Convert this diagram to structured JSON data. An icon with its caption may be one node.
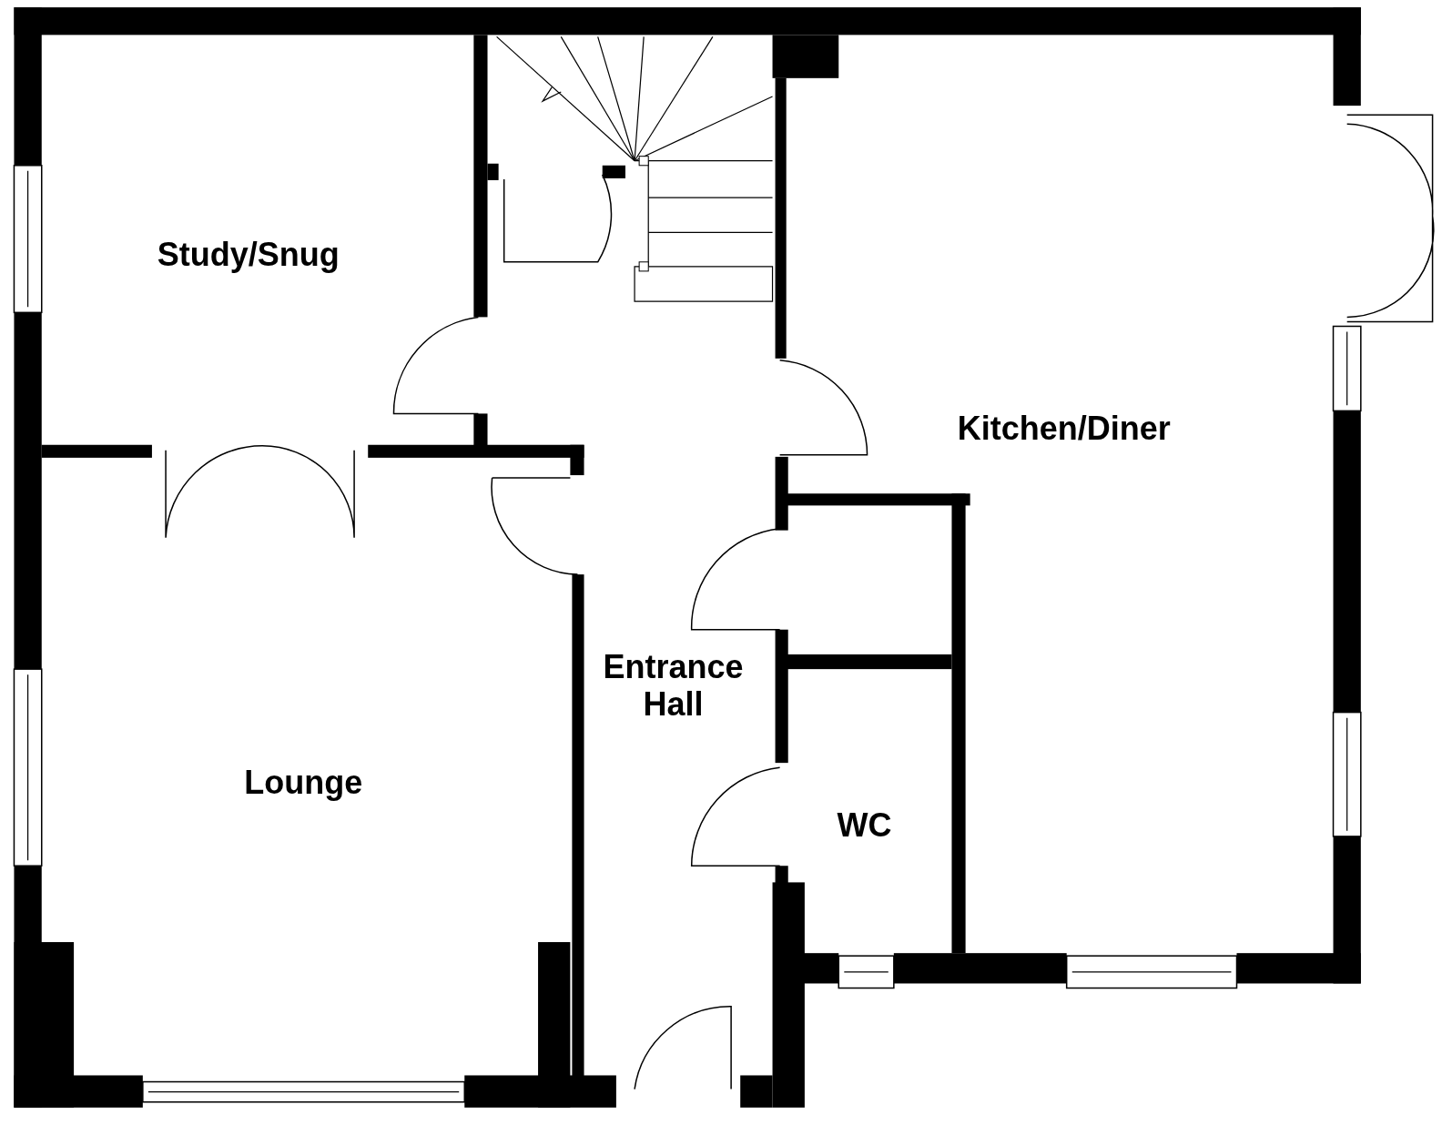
{
  "diagram": {
    "nodes": [
      {
        "text": [
          "Study/Snug"
        ]
      },
      {
        "text": [
          "Kitchen/Diner"
        ]
      },
      {
        "text": [
          "Entrance Hall"
        ]
      },
      {
        "text": [
          "Lounge"
        ]
      },
      {
        "text": [
          "WC"
        ]
      }
    ]
  }
}
